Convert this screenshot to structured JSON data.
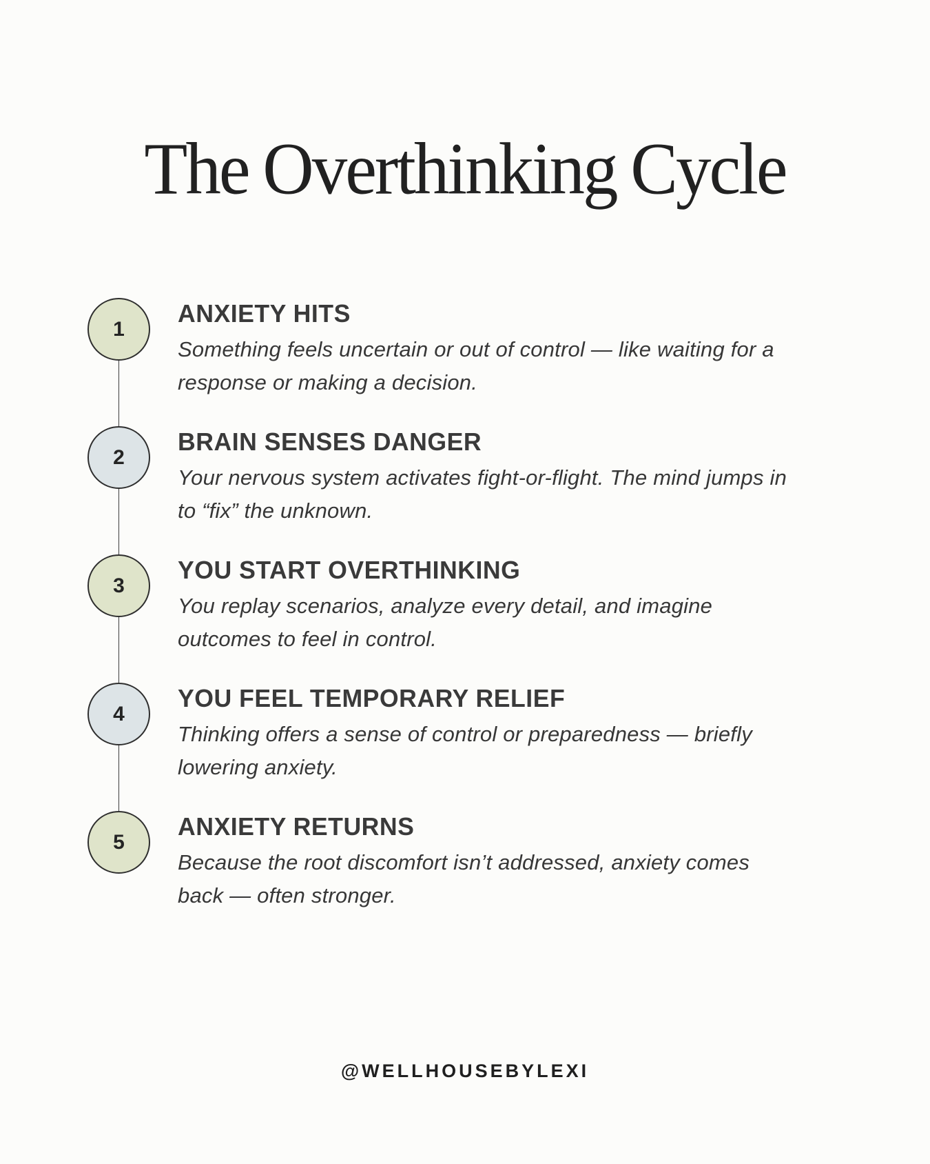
{
  "page": {
    "title": "The Overthinking Cycle",
    "footer_handle": "@WELLHOUSEBYLEXI"
  },
  "colors": {
    "background": "#fcfcfa",
    "circle_green": "#dfe4ca",
    "circle_blue": "#dde4e7",
    "circle_border": "#2e2e2e",
    "timeline_line": "#3d3d3d",
    "title_text": "#212121",
    "heading_text": "#3a3a3a",
    "body_text": "#373737"
  },
  "steps": [
    {
      "number": "1",
      "circle_color": "green",
      "heading": "ANXIETY HITS",
      "description": "Something feels uncertain or out of control — like waiting for a response or making a decision."
    },
    {
      "number": "2",
      "circle_color": "blue",
      "heading": "BRAIN SENSES DANGER",
      "description": "Your nervous system activates fight-or-flight. The mind jumps in to “fix” the unknown."
    },
    {
      "number": "3",
      "circle_color": "green",
      "heading": "YOU START OVERTHINKING",
      "description": "You replay scenarios, analyze every detail, and imagine outcomes to feel in control."
    },
    {
      "number": "4",
      "circle_color": "blue",
      "heading": "YOU FEEL TEMPORARY RELIEF",
      "description": "Thinking offers a sense of control or preparedness — briefly lowering anxiety."
    },
    {
      "number": "5",
      "circle_color": "green",
      "heading": "ANXIETY RETURNS",
      "description": "Because the root discomfort isn’t addressed, anxiety comes back — often stronger."
    }
  ]
}
